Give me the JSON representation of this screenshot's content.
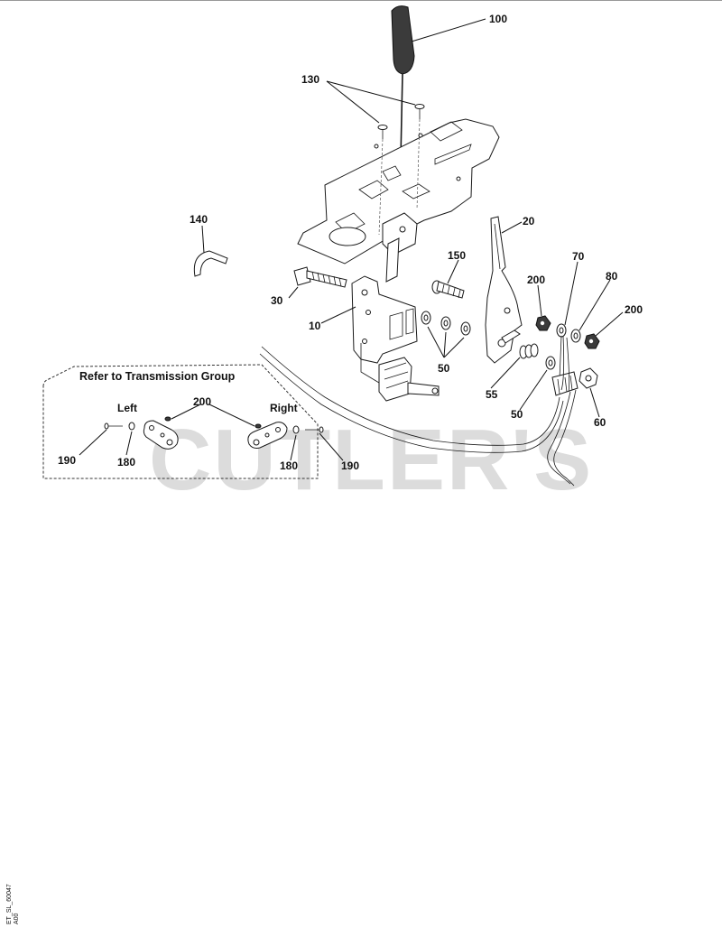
{
  "diagram": {
    "callouts": [
      "100",
      "130",
      "140",
      "20",
      "150",
      "200",
      "70",
      "80",
      "200",
      "30",
      "10",
      "50",
      "55",
      "50",
      "60"
    ],
    "group": {
      "title": "Refer to Transmission Group",
      "left_label": "Left",
      "right_label": "Right",
      "callouts": [
        "200",
        "190",
        "180",
        "180",
        "190"
      ]
    },
    "watermark": "CUTLER'S",
    "figure_code": "ET_SL_60047",
    "figure_rev": "A00"
  }
}
